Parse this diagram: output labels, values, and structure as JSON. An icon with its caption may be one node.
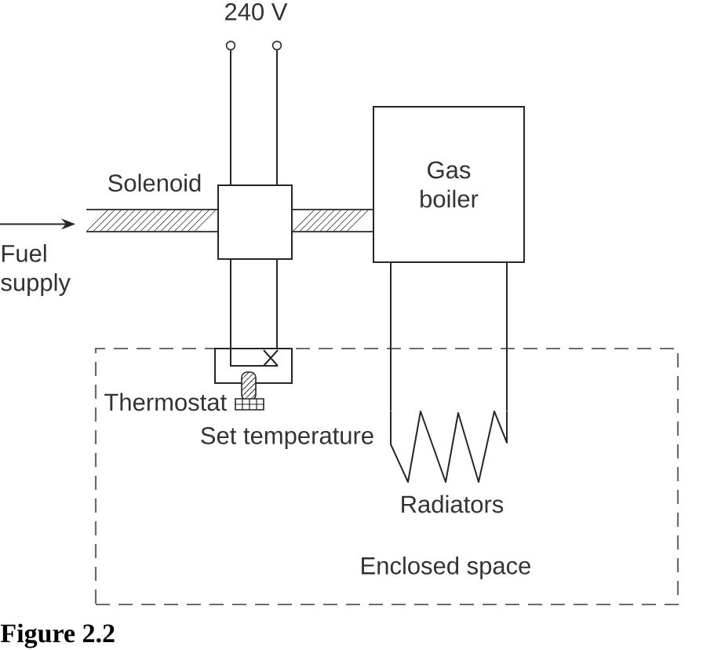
{
  "diagram": {
    "caption": "Figure 2.2",
    "nodes": [
      {
        "text": [],
        "shape": "circle"
      },
      {
        "text": [],
        "shape": "circle"
      },
      {
        "text": [
          "Solenoid"
        ]
      },
      {
        "text": [
          "Gas boiler"
        ]
      },
      {
        "text": [
          "Enclosed space"
        ]
      },
      {
        "text": [
          "Thermostat"
        ],
        "in": 4
      },
      {
        "text": [
          "Radiators"
        ],
        "in": 4
      }
    ],
    "edges": [
      {
        "from": 0,
        "to": 2,
        "arrow": "none"
      },
      {
        "from": 1,
        "to": 2,
        "arrow": "none"
      },
      {
        "from": 2,
        "to": 5,
        "arrow": "none"
      },
      {
        "from": 2,
        "to": 5,
        "arrow": "none"
      },
      {
        "from": null,
        "to": 2,
        "arrow": "none",
        "style": "thick"
      },
      {
        "from": 2,
        "to": 3,
        "arrow": "none",
        "style": "thick"
      },
      {
        "from": 3,
        "to": 6,
        "arrow": "none"
      },
      {
        "from": 3,
        "to": 6,
        "arrow": "none"
      }
    ],
    "labels": [
      "240 V",
      "Fuel supply",
      "Set temperature"
    ]
  }
}
